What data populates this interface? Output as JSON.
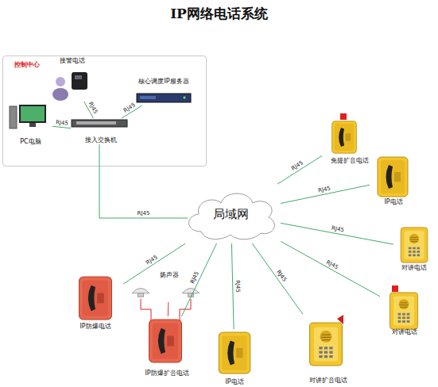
{
  "diagram": {
    "title": "IP网络电话系统",
    "nodes": [
      {
        "text": [
          "控制中心"
        ]
      },
      {
        "text": [
          "接警电话"
        ],
        "in": 0
      },
      {
        "text": [
          "核心调度IP服务器"
        ],
        "in": 0
      },
      {
        "text": [
          "PC电脑"
        ],
        "in": 0
      },
      {
        "text": [
          "接入交换机"
        ],
        "in": 0
      },
      {
        "text": [
          "局域网"
        ]
      },
      {
        "text": [
          "免提扩音电话"
        ]
      },
      {
        "text": [
          "IP电话"
        ]
      },
      {
        "text": [
          "对讲电话"
        ]
      },
      {
        "text": [
          "对讲电话"
        ]
      },
      {
        "text": [
          "扬声器"
        ]
      },
      {
        "text": [
          "IP防爆电话"
        ]
      },
      {
        "text": [
          "IP防爆扩音电话"
        ]
      },
      {
        "text": [
          "IP电话"
        ]
      },
      {
        "text": [
          "对讲扩音电话"
        ]
      }
    ],
    "edges": [
      {
        "from": 1,
        "to": 4,
        "label": "RJ45",
        "arrow": "none"
      },
      {
        "from": 2,
        "to": 4,
        "label": "RJ45",
        "arrow": "none"
      },
      {
        "from": 3,
        "to": 4,
        "label": "RJ45",
        "arrow": "none"
      },
      {
        "from": 4,
        "to": 5,
        "label": "RJ45",
        "arrow": "none"
      },
      {
        "from": 5,
        "to": 6,
        "label": "RJ45",
        "arrow": "none"
      },
      {
        "from": 5,
        "to": 7,
        "label": "RJ45",
        "arrow": "none"
      },
      {
        "from": 5,
        "to": 8,
        "label": "RJ45",
        "arrow": "none"
      },
      {
        "from": 5,
        "to": 9,
        "label": "RJ45",
        "arrow": "none"
      },
      {
        "from": 5,
        "to": 14,
        "label": "RJ45",
        "arrow": "none"
      },
      {
        "from": 5,
        "to": 13,
        "label": "RJ45",
        "arrow": "none"
      },
      {
        "from": 5,
        "to": 12,
        "label": "RJ45",
        "arrow": "none"
      },
      {
        "from": 5,
        "to": 11,
        "label": "RJ45",
        "arrow": "none"
      },
      {
        "from": 10,
        "to": 12,
        "arrow": "none"
      }
    ]
  }
}
